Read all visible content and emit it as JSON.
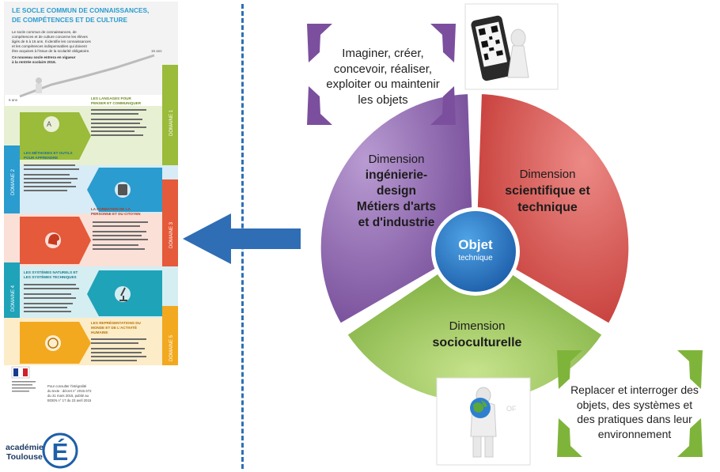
{
  "poster": {
    "title_line1": "LE SOCLE COMMUN DE CONNAISSANCES,",
    "title_line2": "DE COMPÉTENCES ET DE CULTURE",
    "intro": [
      "Le socle commun de connaissances, de",
      "compétences et de culture concerne les élèves",
      "âgés de 6 à 16 ans. Il identifie les connaissances",
      "et les compétences indispensables qui doivent",
      "être acquises à l'issue de la scolarité obligatoire.",
      "Ce nouveau socle entrera en vigueur",
      "à la rentrée scolaire 2016."
    ],
    "age_start": "6 ans",
    "age_end": "16 ans",
    "domains": [
      {
        "label": "DOMAINE 1",
        "heading": [
          "LES LANGAGES POUR",
          "PENSER ET COMMUNIQUER"
        ],
        "color": "#9bbb3a"
      },
      {
        "label": "DOMAINE 2",
        "heading": [
          "LES MÉTHODES ET OUTILS",
          "POUR APPRENDRE"
        ],
        "color": "#2a9ccf"
      },
      {
        "label": "DOMAINE 3",
        "heading": [
          "LA FORMATION DE LA",
          "PERSONNE ET DU CITOYEN"
        ],
        "color": "#e55a3a"
      },
      {
        "label": "DOMAINE 4",
        "heading": [
          "LES SYSTÈMES NATURELS ET",
          "LES SYSTÈMES TECHNIQUES"
        ],
        "color": "#1fa3b9"
      },
      {
        "label": "DOMAINE 5",
        "heading": [
          "LES REPRÉSENTATIONS DU",
          "MONDE ET DE L'ACTIVITÉ",
          "HUMAINE"
        ],
        "color": "#f2a91f"
      }
    ],
    "footer_note": [
      "Pour consulter l'intégralité",
      "du texte : décret n° 2015-372",
      "du 31 mars 2015, publié au",
      "BOEN n° 17 du 23 avril 2015"
    ]
  },
  "logo": {
    "line1": "académie",
    "line2": "Toulouse",
    "letter": "É"
  },
  "arrow": {
    "color": "#2f6db5"
  },
  "wheel": {
    "center_title": "Objet",
    "center_sub": "technique",
    "sectors": {
      "purple": {
        "line1": "Dimension",
        "bold": [
          "ingénierie-",
          "design",
          "Métiers d'arts",
          "et d'industrie"
        ],
        "color": "#7b4f9e"
      },
      "red": {
        "line1": "Dimension",
        "bold": [
          "scientifique et",
          "technique"
        ],
        "color": "#cc3a36"
      },
      "green": {
        "line1": "Dimension",
        "bold": [
          "socioculturelle"
        ],
        "color": "#7fb43a"
      }
    }
  },
  "callouts": {
    "top": [
      "Imaginer, créer,",
      "concevoir, réaliser,",
      "exploiter ou maintenir",
      "les objets"
    ],
    "bottom": [
      "Replacer et interroger des",
      "objets, des systèmes et",
      "des pratiques dans leur",
      "environnement"
    ]
  }
}
